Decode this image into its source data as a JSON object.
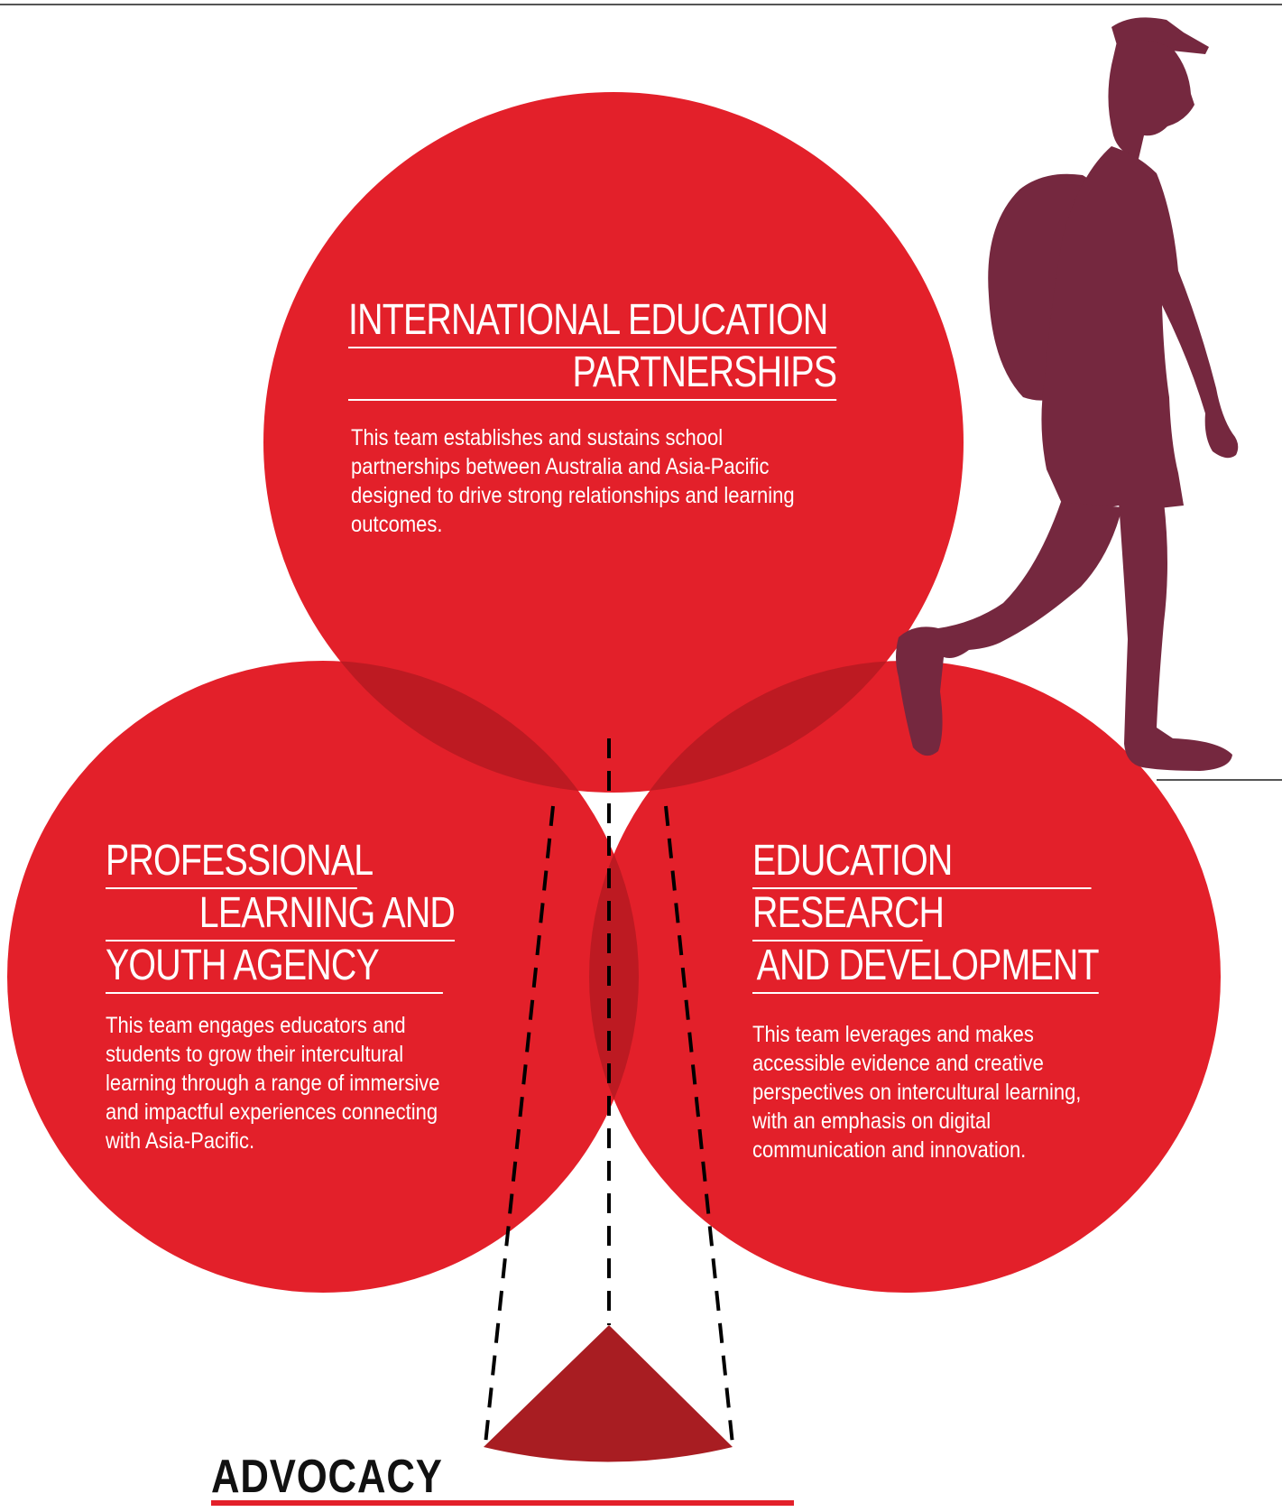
{
  "colors": {
    "circle_red": "#e3202a",
    "overlap_red": "#bd1a22",
    "advocacy_red": "#a81d22",
    "silhouette": "#75283f",
    "text_white": "#ffffff",
    "text_dark": "#111111"
  },
  "circles": [
    {
      "id": "international",
      "heading": [
        "INTERNATIONAL EDUCATION",
        "PARTNERSHIPS"
      ],
      "description": "This team establishes and sustains school partnerships between Australia and Asia-Pacific designed to drive strong relationships and learning outcomes."
    },
    {
      "id": "professional",
      "heading": [
        "PROFESSIONAL",
        "LEARNING AND",
        "YOUTH AGENCY"
      ],
      "description": "This team engages educators and students to grow their intercultural learning through a range of immersive and impactful experiences connecting with Asia-Pacific."
    },
    {
      "id": "research",
      "heading": [
        "EDUCATION",
        "RESEARCH",
        "AND DEVELOPMENT"
      ],
      "description": "This team leverages and makes accessible evidence and creative perspectives on intercultural learning, with an emphasis on digital communication and innovation."
    }
  ],
  "advocacy": {
    "label": "ADVOCACY"
  },
  "illustration": {
    "icon": "walking-student-silhouette-icon"
  }
}
